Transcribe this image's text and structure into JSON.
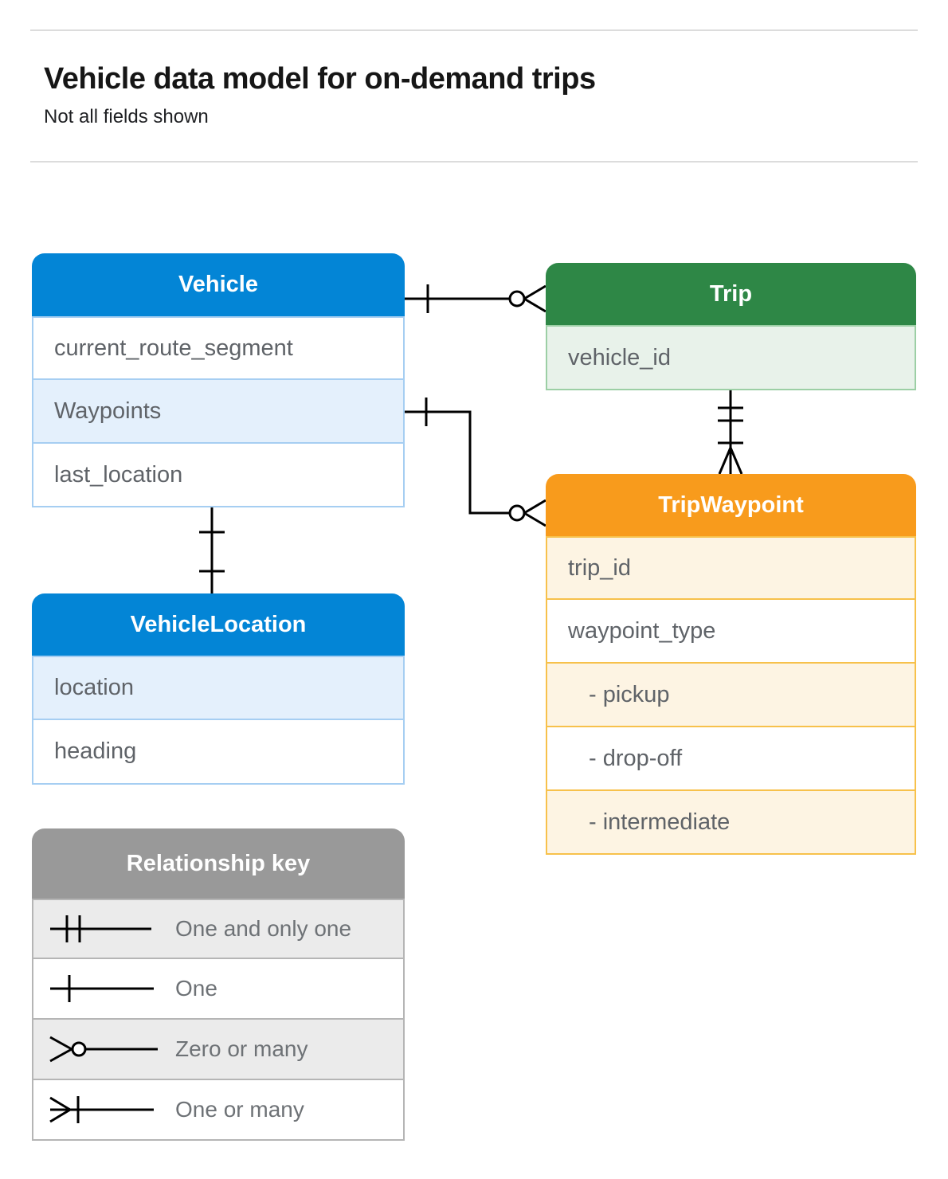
{
  "page": {
    "title": "Vehicle data model for on-demand trips",
    "subtitle": "Not all fields shown"
  },
  "colors": {
    "blue_header": "#0385d6",
    "blue_row_highlight": "#e4f0fc",
    "blue_border": "#a6cef2",
    "green_header": "#2e8746",
    "green_row_highlight": "#e8f2ea",
    "green_border": "#9ccfa5",
    "orange_header": "#f89b1c",
    "orange_row_highlight": "#fdf4e3",
    "orange_border": "#f7c14b",
    "gray_header": "#999999",
    "gray_row_highlight": "#ebebeb",
    "gray_border": "#b5b5b5",
    "connector_line": "#000000",
    "field_text": "#5f6368"
  },
  "entities": [
    {
      "id": "vehicle",
      "title": "Vehicle",
      "theme": "blue",
      "fields": [
        {
          "label": "current_route_segment",
          "highlight": false
        },
        {
          "label": "Waypoints",
          "highlight": true
        },
        {
          "label": "last_location",
          "highlight": false
        }
      ]
    },
    {
      "id": "trip",
      "title": "Trip",
      "theme": "green",
      "fields": [
        {
          "label": "vehicle_id",
          "highlight": true
        }
      ]
    },
    {
      "id": "trip_waypoint",
      "title": "TripWaypoint",
      "theme": "orange",
      "fields": [
        {
          "label": "trip_id",
          "highlight": true
        },
        {
          "label": "waypoint_type",
          "highlight": false
        },
        {
          "label": "- pickup",
          "highlight": true,
          "indent": true
        },
        {
          "label": "- drop-off",
          "highlight": false,
          "indent": true
        },
        {
          "label": "- intermediate",
          "highlight": true,
          "indent": true
        }
      ]
    },
    {
      "id": "vehicle_location",
      "title": "VehicleLocation",
      "theme": "blue",
      "fields": [
        {
          "label": "location",
          "highlight": true
        },
        {
          "label": "heading",
          "highlight": false
        }
      ]
    }
  ],
  "relationships": [
    {
      "from": "Vehicle",
      "to": "Trip",
      "from_end": "one",
      "to_end": "zero-or-many"
    },
    {
      "from": "Vehicle.Waypoints",
      "to": "TripWaypoint",
      "from_end": "one",
      "to_end": "zero-or-many"
    },
    {
      "from": "Trip",
      "to": "TripWaypoint",
      "from_end": "one-and-only-one",
      "to_end": "one-or-many"
    },
    {
      "from": "Vehicle",
      "to": "VehicleLocation",
      "from_end": "one",
      "to_end": "one"
    }
  ],
  "legend": {
    "title": "Relationship key",
    "items": [
      {
        "symbol": "one-and-only-one",
        "label": "One and only one"
      },
      {
        "symbol": "one",
        "label": "One"
      },
      {
        "symbol": "zero-or-many",
        "label": "Zero or many"
      },
      {
        "symbol": "one-or-many",
        "label": "One or many"
      }
    ]
  }
}
